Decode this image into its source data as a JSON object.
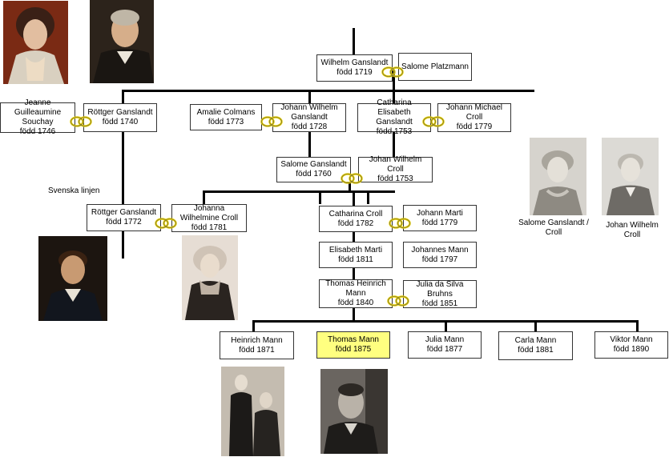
{
  "labels": {
    "swedish_line": "Svenska linjen"
  },
  "persons": {
    "wilhelm_g": {
      "name": "Wilhelm Ganslandt",
      "born": "född 1719"
    },
    "salome_p": {
      "name": "Salome Platzmann"
    },
    "jeanne": {
      "name": "Jeanne Guilleaumine Souchay",
      "born": "född 1746"
    },
    "roettger_1740": {
      "name": "Röttger Ganslandt",
      "born": "född 1740"
    },
    "amalie": {
      "name": "Amalie Colmans",
      "born": "född 1773"
    },
    "johann_wilhelm_g": {
      "name": "Johann Wilhelm Ganslandt",
      "born": "född 1728"
    },
    "catharina_e_g": {
      "name": "Catharina Elisabeth Ganslandt",
      "born": "född 1753"
    },
    "johann_michael": {
      "name": "Johann Michael Croll",
      "born": "född 1779"
    },
    "salome_g": {
      "name": "Salome Ganslandt",
      "born": "född 1760"
    },
    "johan_wilhelm_c": {
      "name": "Johan Wilhelm Croll",
      "born": "född 1753"
    },
    "roettger_1772": {
      "name": "Röttger Ganslandt",
      "born": "född 1772"
    },
    "johanna": {
      "name": "Johanna Wilhelmine Croll",
      "born": "född 1781"
    },
    "catharina_c": {
      "name": "Catharina Croll",
      "born": "född 1782"
    },
    "johann_marti": {
      "name": "Johann Marti",
      "born": "född 1779"
    },
    "elisabeth_m": {
      "name": "Elisabeth Marti",
      "born": "född 1811"
    },
    "johannes_mann": {
      "name": "Johannes Mann",
      "born": "född 1797"
    },
    "thomas_heinrich": {
      "name": "Thomas Heinrich Mann",
      "born": "född 1840"
    },
    "julia_bruhns": {
      "name": "Julia da Silva Bruhns",
      "born": "född 1851"
    },
    "heinrich": {
      "name": "Heinrich Mann",
      "born": "född 1871"
    },
    "thomas": {
      "name": "Thomas Mann",
      "born": "född 1875"
    },
    "julia_mann": {
      "name": "Julia Mann",
      "born": "född 1877"
    },
    "carla": {
      "name": "Carla Mann",
      "born": "född 1881"
    },
    "viktor": {
      "name": "Viktor Mann",
      "born": "född 1890"
    }
  },
  "captions": {
    "salome_croll": "Salome Ganslandt / Croll",
    "johan_wilhelm_croll": "Johan Wilhelm Croll"
  },
  "colors": {
    "highlight": "#ffff80",
    "ring": "#e8d000"
  }
}
